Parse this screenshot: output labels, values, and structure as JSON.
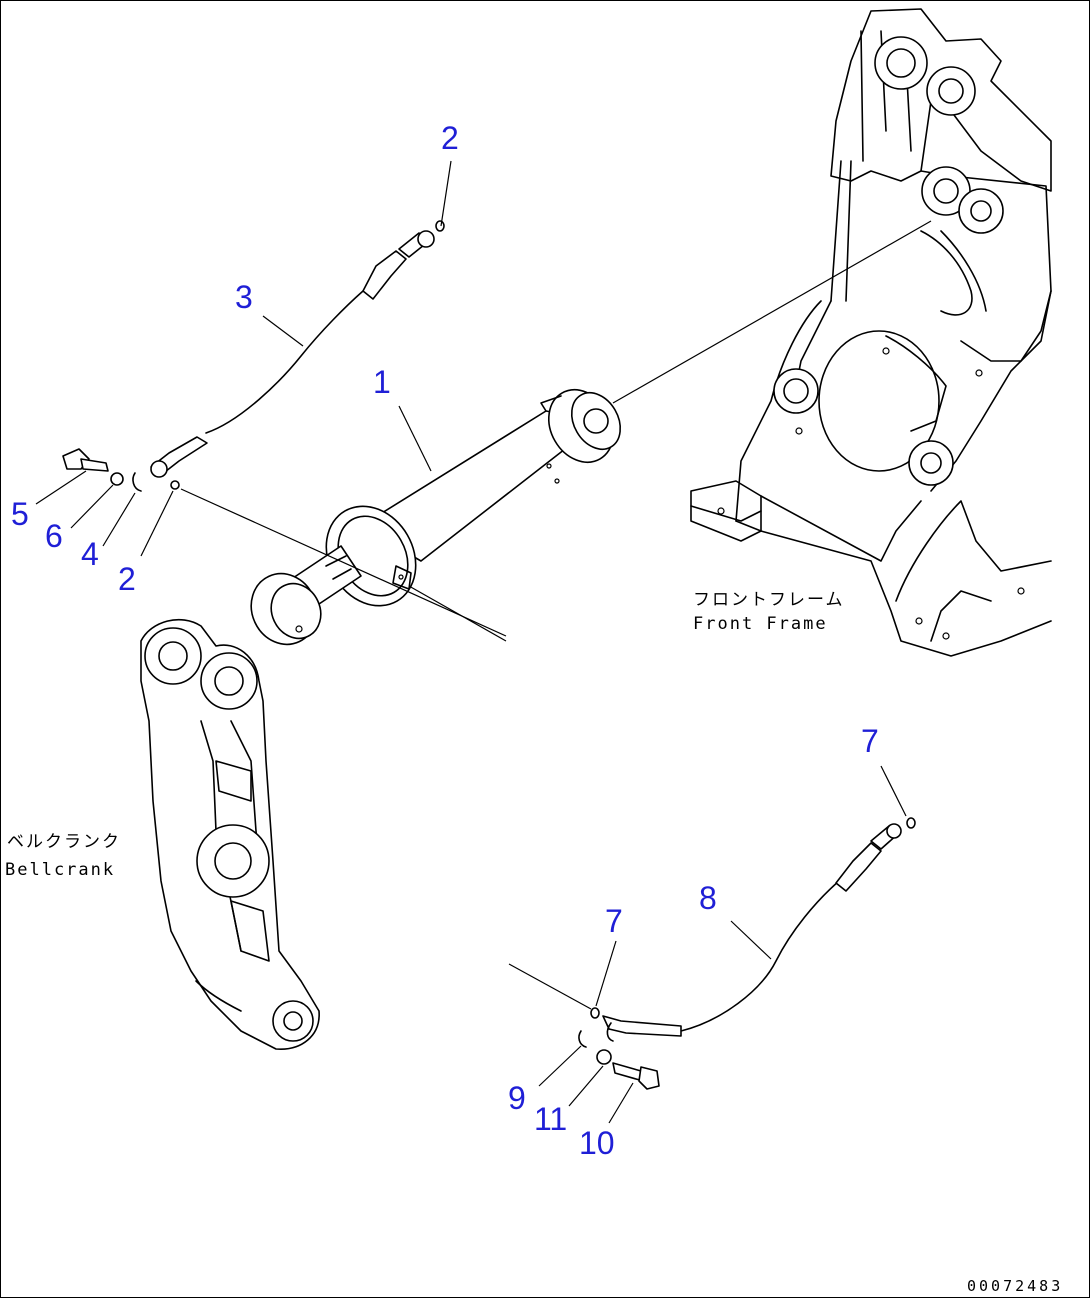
{
  "callouts": {
    "c1": "1",
    "c2a": "2",
    "c2b": "2",
    "c3": "3",
    "c4": "4",
    "c5": "5",
    "c6": "6",
    "c7a": "7",
    "c7b": "7",
    "c8": "8",
    "c9": "9",
    "c10": "10",
    "c11": "11"
  },
  "labels": {
    "front_frame_jp": "フロントフレーム",
    "front_frame_en": "Front Frame",
    "bellcrank_jp": "ベルクランク",
    "bellcrank_en": "Bellcrank"
  },
  "document_id": "00072483",
  "colors": {
    "callout": "#1f1fd6",
    "line": "#000000",
    "background": "#ffffff"
  }
}
